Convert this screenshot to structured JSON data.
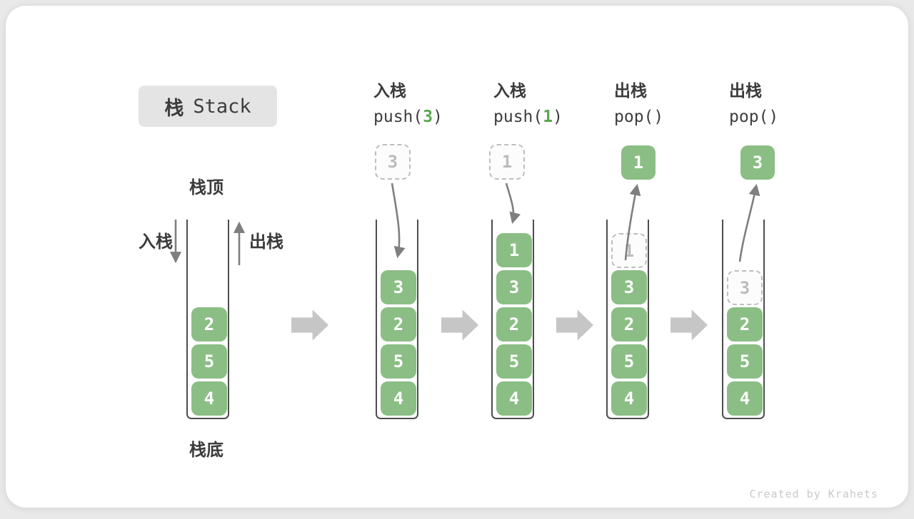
{
  "title": {
    "zh": "栈",
    "en": "Stack"
  },
  "legend": {
    "stack_top": "栈顶",
    "stack_bottom": "栈底",
    "push": "入栈",
    "pop": "出栈"
  },
  "footer": {
    "credit": "Created by Krahets"
  },
  "colors": {
    "cell_green": "#8bbe85",
    "code_arg_green": "#5ba850",
    "arrow_gray": "#7f7f7f",
    "flow_arrow_gray": "#c6c6c6"
  },
  "stacks": [
    {
      "name": "initial",
      "cells": [
        "2",
        "5",
        "4"
      ]
    },
    {
      "op_zh": "入栈",
      "code_pre": "push(",
      "code_arg": "3",
      "code_post": ")",
      "incoming": "3",
      "cells": [
        "3",
        "2",
        "5",
        "4"
      ]
    },
    {
      "op_zh": "入栈",
      "code_pre": "push(",
      "code_arg": "1",
      "code_post": ")",
      "incoming": "1",
      "cells": [
        "1",
        "3",
        "2",
        "5",
        "4"
      ]
    },
    {
      "op_zh": "出栈",
      "code_pre": "pop()",
      "code_arg": "",
      "code_post": "",
      "outgoing": "1",
      "ghost": "1",
      "cells": [
        "3",
        "2",
        "5",
        "4"
      ]
    },
    {
      "op_zh": "出栈",
      "code_pre": "pop()",
      "code_arg": "",
      "code_post": "",
      "outgoing": "3",
      "ghost": "3",
      "cells": [
        "2",
        "5",
        "4"
      ]
    }
  ]
}
